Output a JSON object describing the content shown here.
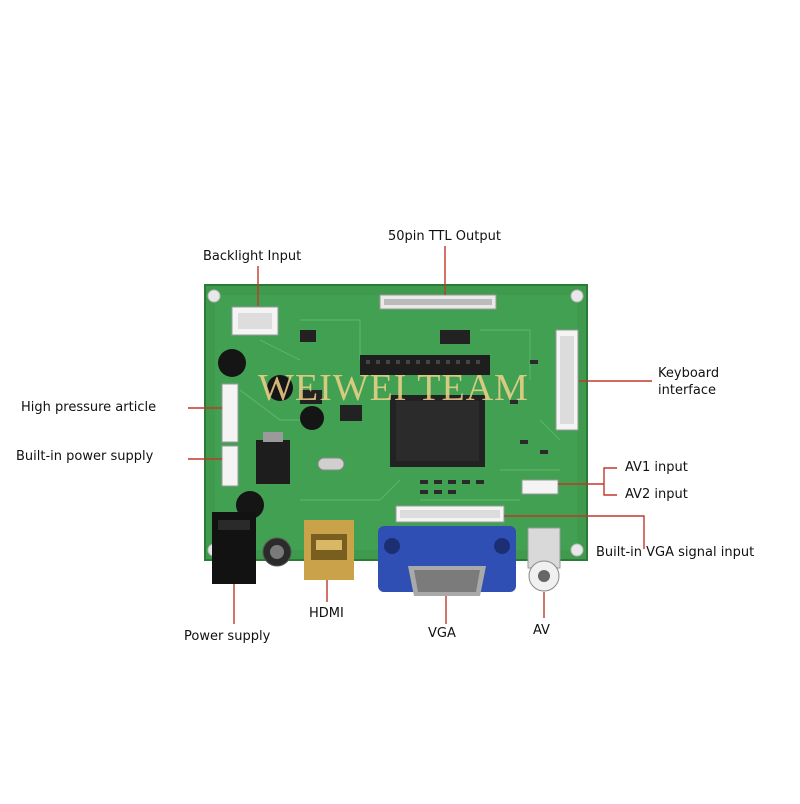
{
  "labels": {
    "backlight_input": "Backlight Input",
    "ttl_output": "50pin TTL Output",
    "keyboard_interface_line1": "Keyboard",
    "keyboard_interface_line2": "interface",
    "high_pressure_article": "High pressure article",
    "builtin_power_supply": "Built-in power supply",
    "av1_input": "AV1 input",
    "av2_input": "AV2 input",
    "builtin_vga_signal_input": "Built-in VGA signal input",
    "power_supply": "Power supply",
    "hdmi": "HDMI",
    "vga": "VGA",
    "av": "AV"
  },
  "watermark": "WEIWEI TEAM",
  "colors": {
    "pcb_green": "#3f9a4e",
    "pcb_dark_green": "#2c7a3a",
    "vga_blue": "#2f4fb5",
    "hdmi_gold": "#c9a24a",
    "leader_line": "#c0392b",
    "label_text": "#111111"
  }
}
